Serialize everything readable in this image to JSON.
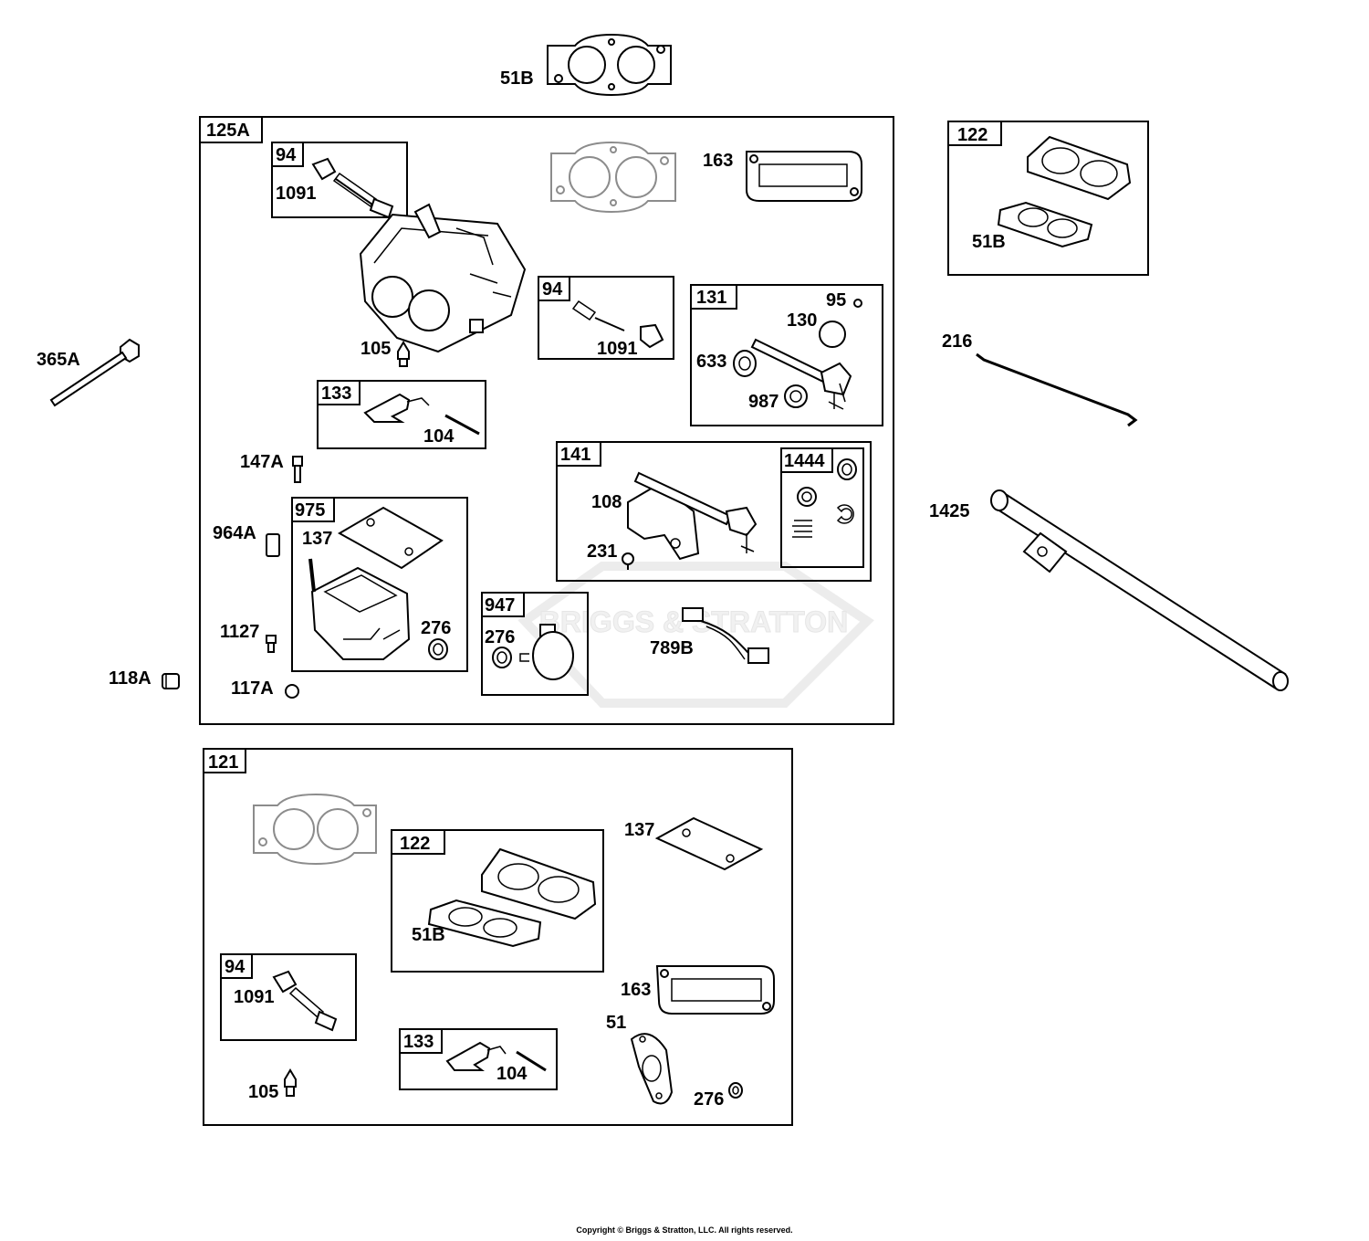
{
  "watermark": "BRIGGS & STRATTON",
  "copyright": "Copyright © Briggs & Stratton, LLC. All rights reserved.",
  "groups": {
    "g125A": "125A",
    "g94a": "94",
    "g94b": "94",
    "g131": "131",
    "g133a": "133",
    "g141": "141",
    "g1444": "1444",
    "g975": "975",
    "g947": "947",
    "g122a": "122",
    "g121": "121",
    "g122b": "122",
    "g94c": "94",
    "g133b": "133"
  },
  "labels": {
    "p51B_top": "51B",
    "p365A": "365A",
    "p118A": "118A",
    "p216": "216",
    "p1425": "1425",
    "p51B_122a": "51B",
    "p1091_a": "1091",
    "p163_a": "163",
    "p105_a": "105",
    "p1091_b": "1091",
    "p95": "95",
    "p130": "130",
    "p633": "633",
    "p987": "987",
    "p104_a": "104",
    "p147A": "147A",
    "p108": "108",
    "p231": "231",
    "p964A": "964A",
    "p137_a": "137",
    "p1127": "1127",
    "p276_a": "276",
    "p117A": "117A",
    "p276_b": "276",
    "p789B": "789B",
    "p137_b": "137",
    "p51B_122b": "51B",
    "p1091_c": "1091",
    "p163_b": "163",
    "p51": "51",
    "p104_b": "104",
    "p105_b": "105",
    "p276_c": "276"
  }
}
